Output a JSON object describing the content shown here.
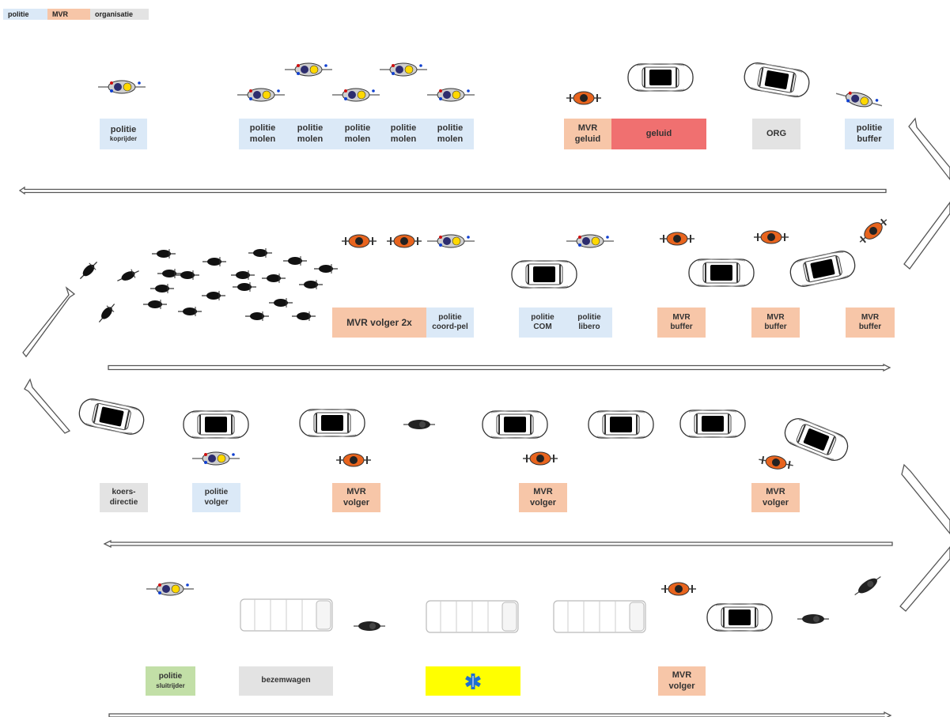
{
  "legend": {
    "police": "politie",
    "mvr": "MVR",
    "org": "organisatie"
  },
  "colors": {
    "police": "#dbe9f7",
    "mvr": "#f7c6a8",
    "org": "#e3e3e3",
    "sound": "#f07070",
    "sweeper": "#c2dfa7",
    "ambulance": "#ffff00",
    "mvr_vest": "#e8641e"
  },
  "row1": {
    "kop_l1": "politie",
    "kop_l2": "koprijder",
    "molen": [
      {
        "l1": "politie",
        "l2": "molen"
      },
      {
        "l1": "politie",
        "l2": "molen"
      },
      {
        "l1": "politie",
        "l2": "molen"
      },
      {
        "l1": "politie",
        "l2": "molen"
      },
      {
        "l1": "politie",
        "l2": "molen"
      }
    ],
    "mvr_geluid_l1": "MVR",
    "mvr_geluid_l2": "geluid",
    "geluid": "geluid",
    "org": "ORG",
    "buffer_l1": "politie",
    "buffer_l2": "buffer"
  },
  "row2": {
    "volger2x": "MVR volger 2x",
    "coord_l1": "politie",
    "coord_l2": "coord-pel",
    "com_l1": "politie",
    "com_l2": "COM",
    "libero_l1": "politie",
    "libero_l2": "libero",
    "buffers": [
      {
        "l1": "MVR",
        "l2": "buffer"
      },
      {
        "l1": "MVR",
        "l2": "buffer"
      },
      {
        "l1": "MVR",
        "l2": "buffer"
      }
    ]
  },
  "row3": {
    "koers_l1": "koers-",
    "koers_l2": "directie",
    "pvolger_l1": "politie",
    "pvolger_l2": "volger",
    "volgers": [
      {
        "l1": "MVR",
        "l2": "volger"
      },
      {
        "l1": "MVR",
        "l2": "volger"
      },
      {
        "l1": "MVR",
        "l2": "volger"
      }
    ]
  },
  "row4": {
    "sluit_l1": "politie",
    "sluit_l2": "sluitrijder",
    "bezem": "bezemwagen",
    "ambulance_icon": "star-of-life-icon",
    "volger_l1": "MVR",
    "volger_l2": "volger"
  }
}
